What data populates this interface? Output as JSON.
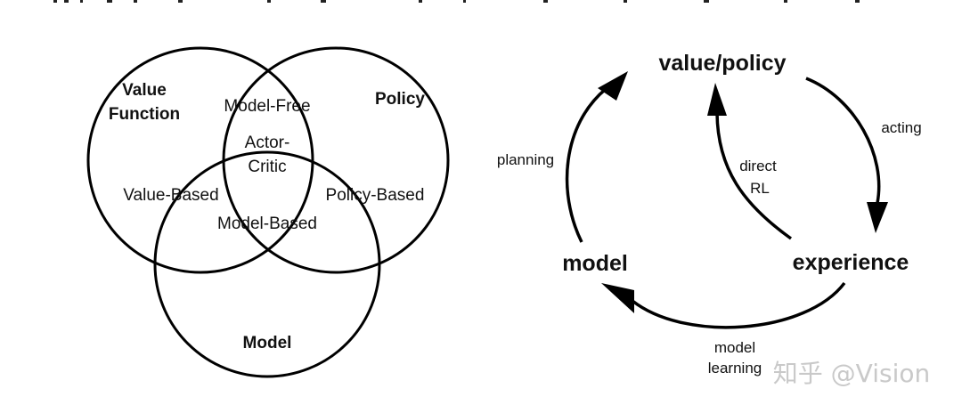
{
  "venn": {
    "value_function": [
      "Value",
      "Function"
    ],
    "policy": "Policy",
    "model": "Model",
    "model_free": "Model-Free",
    "actor_critic": [
      "Actor-",
      "Critic"
    ],
    "value_based": "Value-Based",
    "policy_based": "Policy-Based",
    "model_based": "Model-Based"
  },
  "cycle": {
    "value_policy": "value/policy",
    "model": "model",
    "experience": "experience",
    "acting": "acting",
    "planning": "planning",
    "direct_rl": [
      "direct",
      "RL"
    ],
    "model_learning": [
      "model",
      "learning"
    ]
  },
  "watermark": "知乎 @Vision"
}
